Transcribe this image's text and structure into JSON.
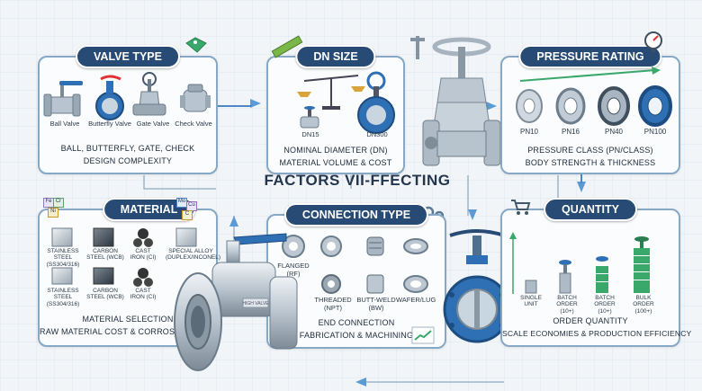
{
  "title": "FACTORS VII-FFECTING",
  "colors": {
    "navy": "#274b74",
    "panel_border": "#86a8c4",
    "valve_blue": "#2f6fb3",
    "steel": "#b8c4cf",
    "green": "#3aa86b"
  },
  "panels": {
    "valve_type": {
      "heading": "VALVE TYPE",
      "items": [
        "Ball Valve",
        "Butterfly Valve",
        "Gate Valve",
        "Check Valve"
      ],
      "caption1": "BALL, BUTTERFLY, GATE, CHECK",
      "caption2": "DESIGN COMPLEXITY"
    },
    "dn_size": {
      "heading": "DN SIZE",
      "small": "DN15",
      "large": "DN300",
      "caption1": "NOMINAL DIAMETER (DN)",
      "caption2": "MATERIAL VOLUME & COST"
    },
    "pressure": {
      "heading": "PRESSURE RATING",
      "items": [
        "PN10",
        "PN16",
        "PN40",
        "PN100"
      ],
      "caption1": "PRESSURE CLASS (PN/CLASS)",
      "caption2": "BODY STRENGTH & THICKNESS"
    },
    "material": {
      "heading": "MATERIAL",
      "icons": [
        "Fe",
        "Cr",
        "Ni",
        "Mo",
        "Cu",
        "C"
      ],
      "top_items": [
        "STAINLESS STEEL (SS304/316)",
        "CARBON STEEL (WCB)",
        "CAST IRON (CI)",
        "SPECIAL ALLOY (DUPLEX/INCONEL)"
      ],
      "bottom_items": [
        "STAINLESS STEEL (SS304/316)",
        "CARBON STEEL (WCB)",
        "CAST IRON (CI)"
      ],
      "caption1": "MATERIAL SELECTION",
      "caption2": "RAW MATERIAL COST & CORROSION RESIS"
    },
    "connection": {
      "heading": "CONNECTION TYPE",
      "items": [
        "FLANGED (RF)",
        "THREADED (NPT)",
        "BUTT-WELD (BW)",
        "WAFER/LUG"
      ],
      "caption1": "END CONNECTION",
      "caption2": "FABRICATION & MACHINING"
    },
    "quantity": {
      "heading": "QUANTITY",
      "items": [
        "SINGLE UNIT",
        "BATCH ORDER (10+)",
        "BATCH ORDER (10+)",
        "BULK ORDER (100+)"
      ],
      "caption1": "ORDER QUANTITY",
      "caption2": "SCALE ECONOMIES & PRODUCTION EFFICIENCY"
    }
  },
  "valve_nameplate": "HIGH VALVE"
}
